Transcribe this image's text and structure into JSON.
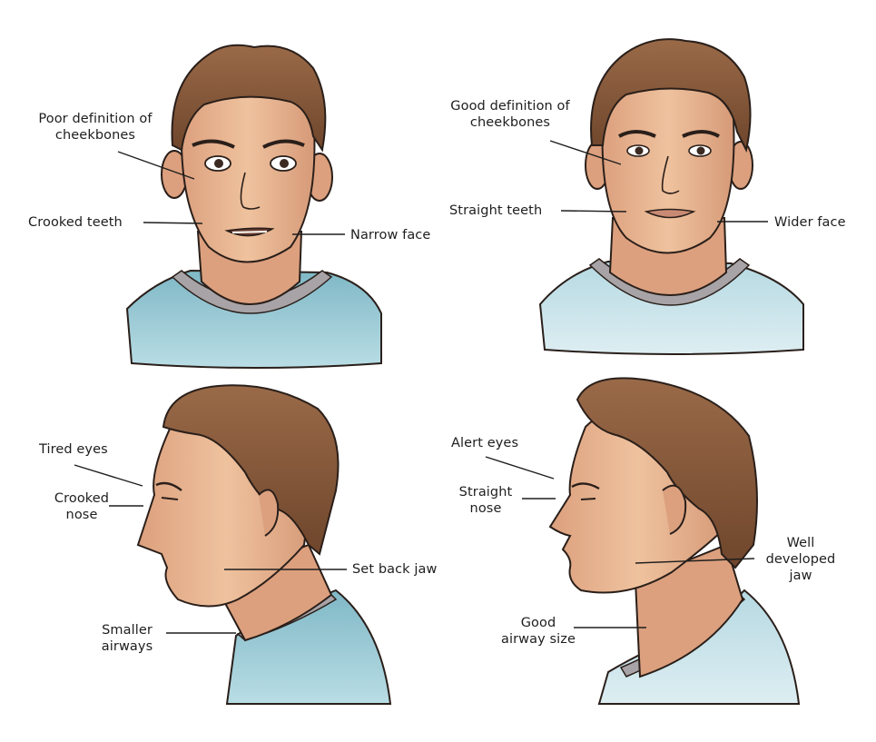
{
  "panels": {
    "front_poor": {
      "cheekbones_line1": "Poor definition of",
      "cheekbones_line2": "cheekbones",
      "teeth": "Crooked teeth",
      "face": "Narrow face"
    },
    "front_good": {
      "cheekbones_line1": "Good definition of",
      "cheekbones_line2": "cheekbones",
      "teeth": "Straight teeth",
      "face": "Wider face"
    },
    "profile_poor": {
      "eyes": "Tired eyes",
      "nose_line1": "Crooked",
      "nose_line2": "nose",
      "jaw": "Set back jaw",
      "airways_line1": "Smaller",
      "airways_line2": "airways"
    },
    "profile_good": {
      "eyes": "Alert eyes",
      "nose_line1": "Straight",
      "nose_line2": "nose",
      "jaw_line1": "Well",
      "jaw_line2": "developed",
      "jaw_line3": "jaw",
      "airway_line1": "Good",
      "airway_line2": "airway size"
    }
  },
  "colors": {
    "skin": "#e9b690",
    "skin_shadow": "#cf9474",
    "hair": "#8a5a3c",
    "hair_dark": "#5e3a24",
    "shirt_blue": "#8fc3cf",
    "shirt_light": "#c6e3ea",
    "collar": "#a8a3a6",
    "outline": "#2a1f1a",
    "leader": "#1e1e1e"
  }
}
